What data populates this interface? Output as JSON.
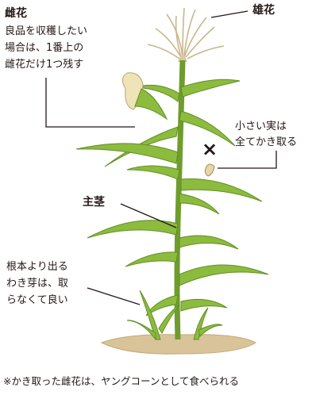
{
  "labels": {
    "female_flower_title": "雌花",
    "female_flower_line1": "良品を収穫したい",
    "female_flower_line2": "場合は、1番上の",
    "female_flower_line3": "雌花だけ1つ残す",
    "male_flower_title": "雄花",
    "small_fruit_line1": "小さい実は",
    "small_fruit_line2": "全てかき取る",
    "remove_mark": "×",
    "main_stem_title": "主茎",
    "side_shoot_line1": "根本より出る",
    "side_shoot_line2": "わき芽は、取",
    "side_shoot_line3": "らなくて良い"
  },
  "footnote": "※かき取った雌花は、ヤングコーンとして食べられる",
  "colors": {
    "leaf": "#8dbb3e",
    "leaf_dark": "#5e8f25",
    "tassel": "#d8c9a4",
    "silk": "#efe3b8",
    "soil": "#d9c49a",
    "leader_line": "#231815"
  }
}
